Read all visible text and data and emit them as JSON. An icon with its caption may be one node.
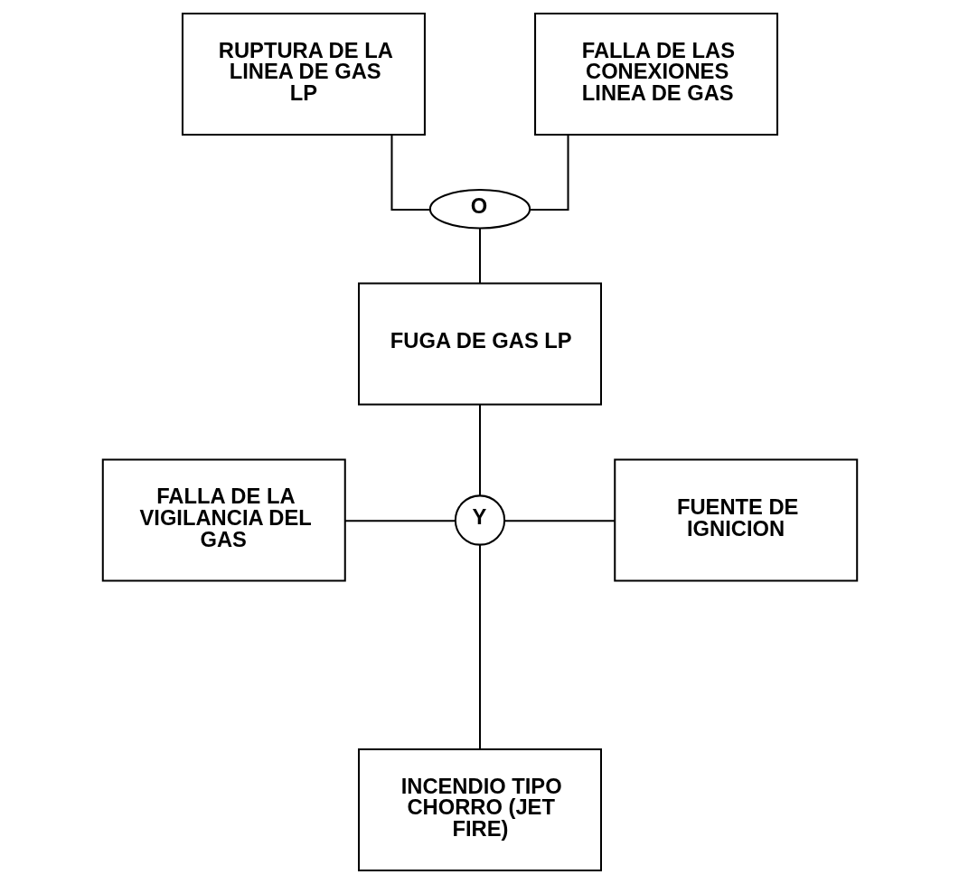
{
  "diagram": {
    "nodes": [
      {
        "text": [
          "RUPTURA DE LA LINEA DE GAS LP"
        ]
      },
      {
        "text": [
          "FALLA DE LAS CONEXIONES LINEA DE GAS"
        ]
      },
      {
        "text": [
          "O"
        ]
      },
      {
        "text": [
          "FUGA DE GAS LP"
        ]
      },
      {
        "text": [
          "FALLA DE LA VIGILANCIA DEL GAS"
        ]
      },
      {
        "text": [
          "Y"
        ]
      },
      {
        "text": [
          "FUENTE DE IGNICION"
        ]
      },
      {
        "text": [
          "INCENDIO TIPO CHORRO (JET FIRE)"
        ]
      }
    ],
    "edges": [
      {
        "from": 0,
        "to": 2,
        "arrow": "none"
      },
      {
        "from": 1,
        "to": 2,
        "arrow": "none"
      },
      {
        "from": 2,
        "to": 3,
        "arrow": "none"
      },
      {
        "from": 3,
        "to": 5,
        "arrow": "none"
      },
      {
        "from": 4,
        "to": 5,
        "arrow": "none"
      },
      {
        "from": 6,
        "to": 5,
        "arrow": "none"
      },
      {
        "from": 5,
        "to": 7,
        "arrow": "none"
      }
    ]
  }
}
